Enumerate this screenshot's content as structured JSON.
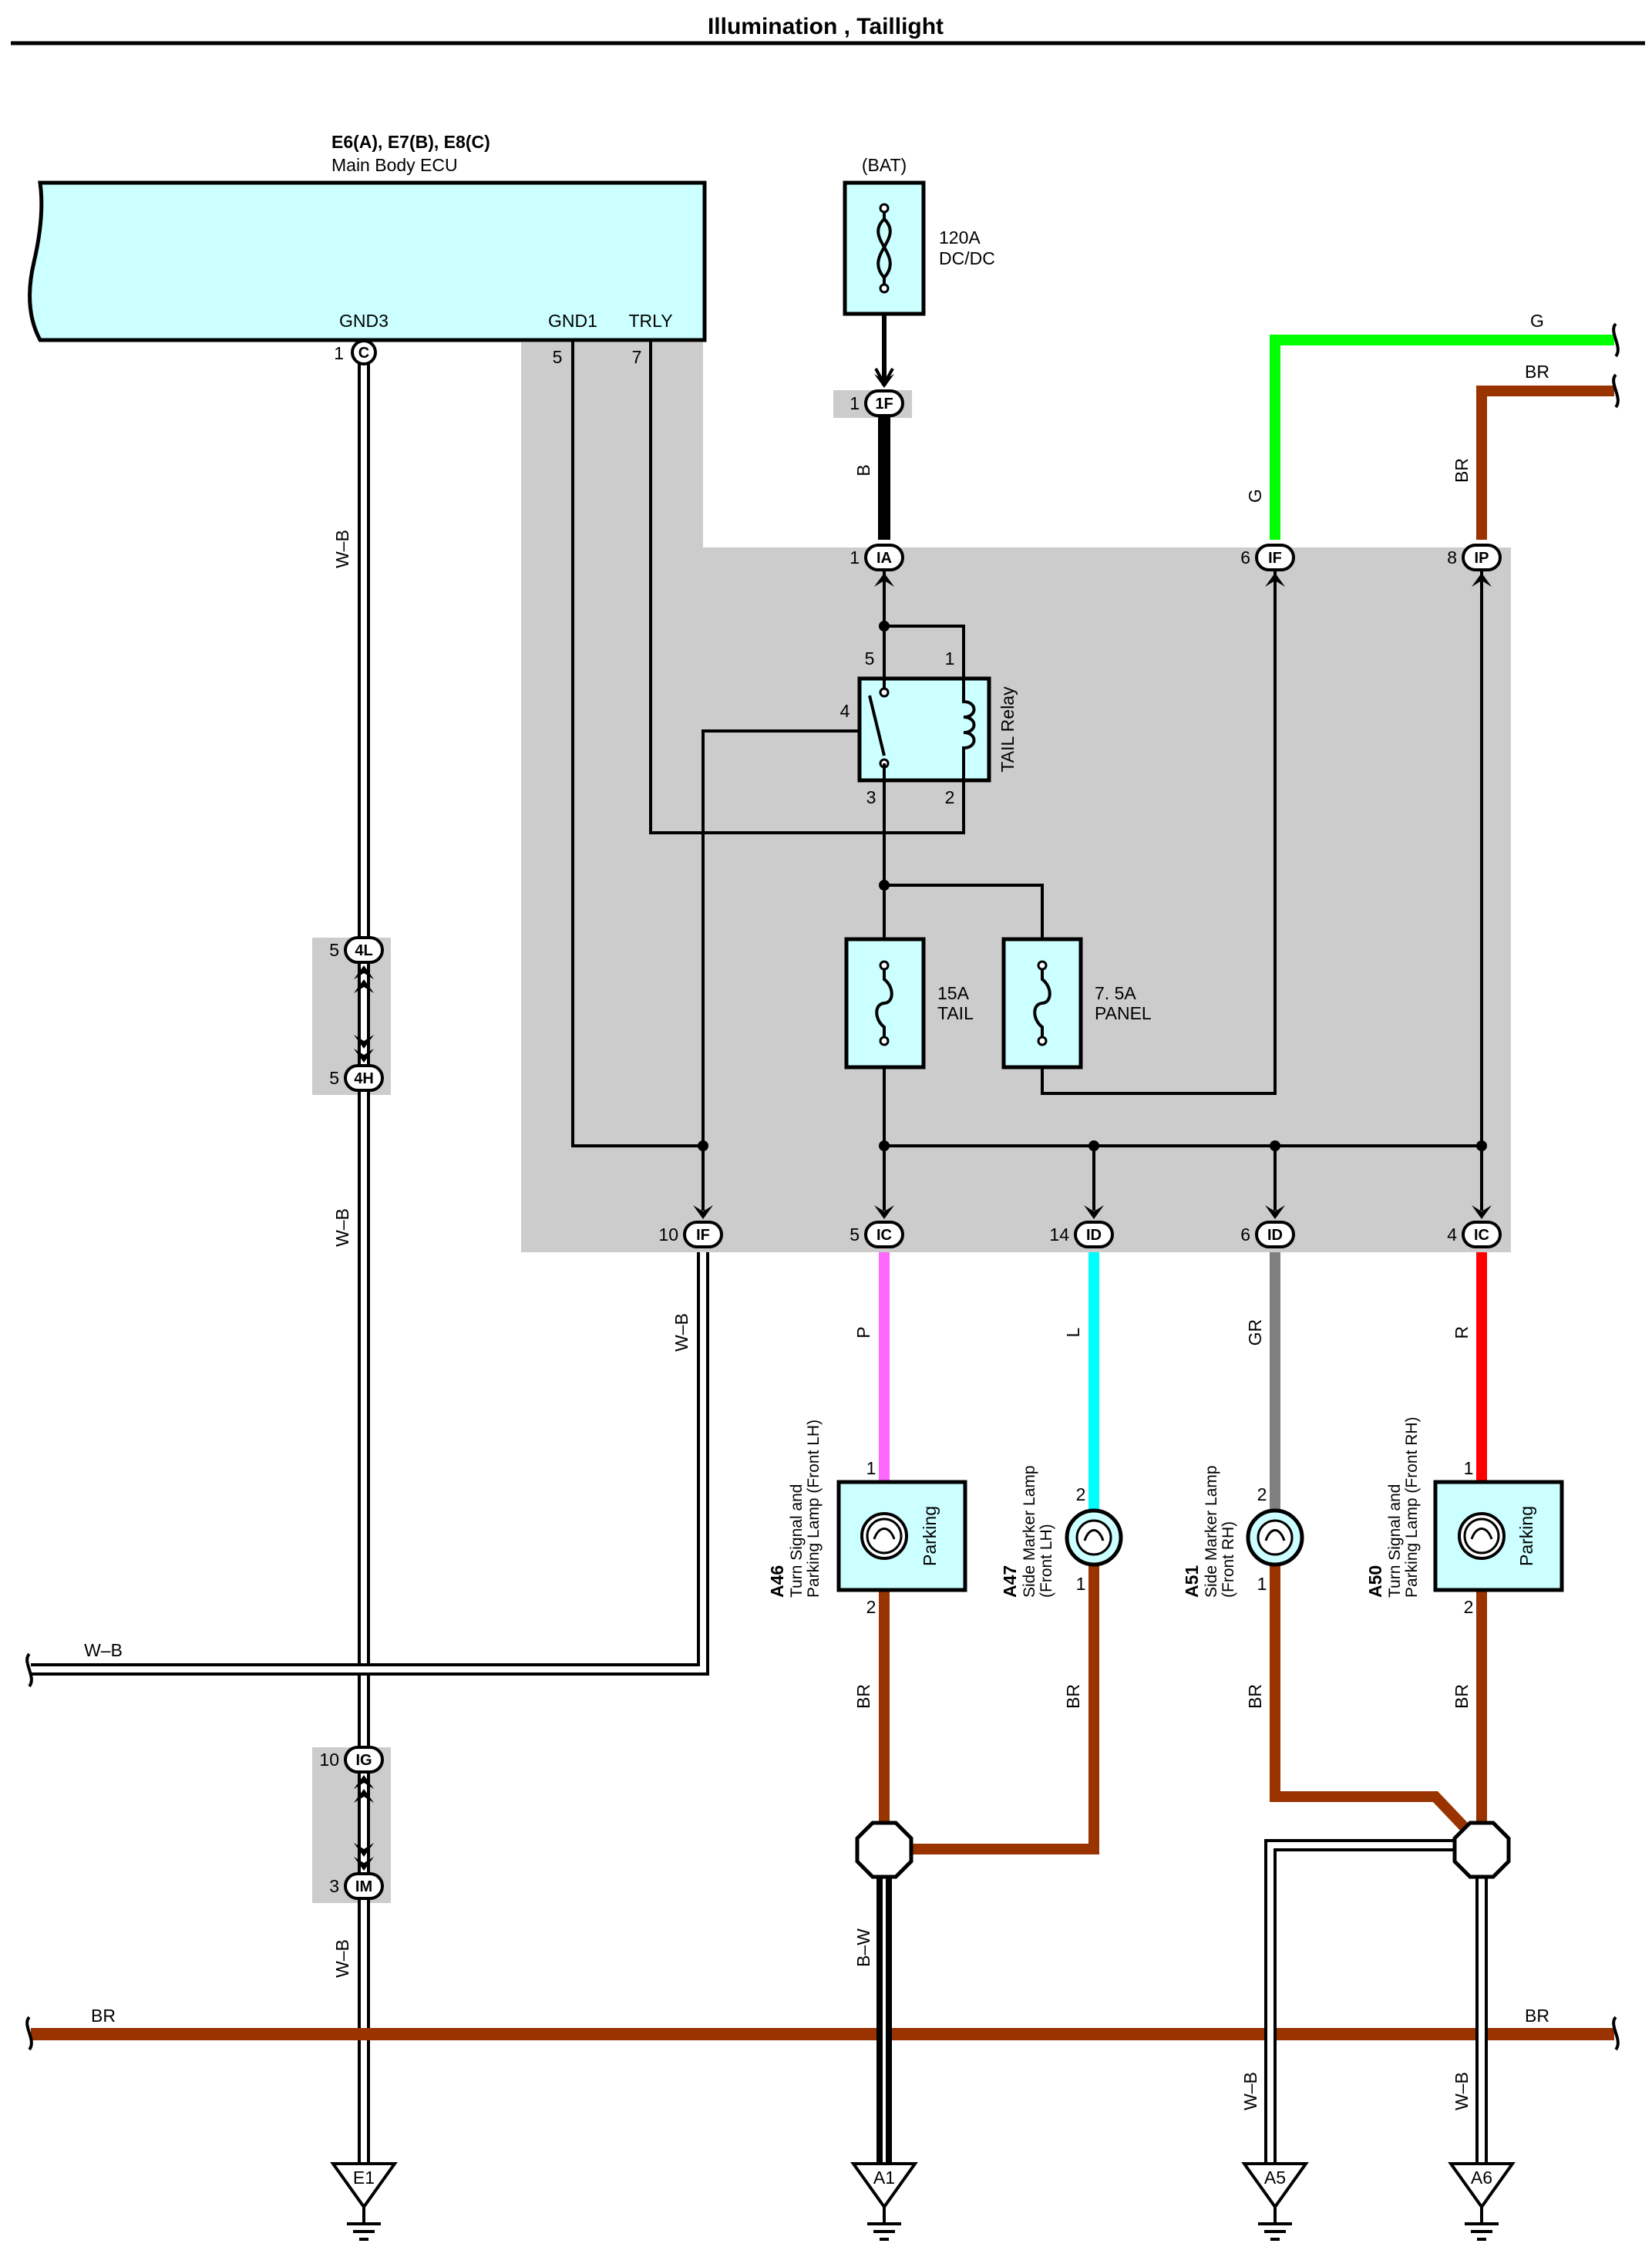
{
  "title": "Illumination , Taillight",
  "ecu": {
    "connectors": "E6(A), E7(B), E8(C)",
    "name": "Main Body ECU",
    "pins": {
      "gnd3": {
        "label": "GND3",
        "num": "1",
        "conn": "C"
      },
      "gnd1": {
        "label": "GND1",
        "num": "5"
      },
      "trly": {
        "label": "TRLY",
        "num": "7"
      }
    }
  },
  "bat": {
    "label": "(BAT)",
    "fuse_amp": "120A",
    "fuse_name": "DC/DC"
  },
  "relay": {
    "name": "TAIL Relay",
    "pins": [
      "5",
      "1",
      "4",
      "3",
      "2"
    ]
  },
  "fuses": {
    "tail": {
      "amp": "15A",
      "name": "TAIL"
    },
    "panel": {
      "amp": "7. 5A",
      "name": "PANEL"
    }
  },
  "connectors": {
    "c_1f": {
      "num": "1",
      "code": "1F"
    },
    "c_ia": {
      "num": "1",
      "code": "IA"
    },
    "c_if_top": {
      "num": "6",
      "code": "IF"
    },
    "c_ip": {
      "num": "8",
      "code": "IP"
    },
    "c_4l": {
      "num": "5",
      "code": "4L"
    },
    "c_4h": {
      "num": "5",
      "code": "4H"
    },
    "c_if_bot": {
      "num": "10",
      "code": "IF"
    },
    "c_ic5": {
      "num": "5",
      "code": "IC"
    },
    "c_id14": {
      "num": "14",
      "code": "ID"
    },
    "c_id6": {
      "num": "6",
      "code": "ID"
    },
    "c_ic4": {
      "num": "4",
      "code": "IC"
    },
    "c_ig": {
      "num": "10",
      "code": "IG"
    },
    "c_im": {
      "num": "3",
      "code": "IM"
    }
  },
  "wires": {
    "b": "B",
    "g": "G",
    "br": "BR",
    "wb": "W–B",
    "p": "P",
    "l": "L",
    "gr": "GR",
    "r": "R",
    "bw": "B–W"
  },
  "lamps": {
    "a46": {
      "code": "A46",
      "line1": "Turn Signal and",
      "line2": "Parking Lamp (Front LH)",
      "inner": "Parking",
      "pin_top": "1",
      "pin_bot": "2"
    },
    "a47": {
      "code": "A47",
      "line1": "Side Marker Lamp",
      "line2": "(Front LH)",
      "pin_top": "2",
      "pin_bot": "1"
    },
    "a51": {
      "code": "A51",
      "line1": "Side Marker Lamp",
      "line2": "(Front RH)",
      "pin_top": "2",
      "pin_bot": "1"
    },
    "a50": {
      "code": "A50",
      "line1": "Turn Signal and",
      "line2": "Parking Lamp (Front RH)",
      "inner": "Parking",
      "pin_top": "1",
      "pin_bot": "2"
    }
  },
  "grounds": [
    "E1",
    "A1",
    "A5",
    "A6"
  ],
  "colors": {
    "ecu_fill": "#ccffff",
    "junction_block": "#cccccc",
    "wire_green": "#00ff00",
    "wire_brown": "#993300",
    "wire_pink": "#ff66ff",
    "wire_cyan": "#00ffff",
    "wire_gray": "#808080",
    "wire_red": "#ff0000",
    "wire_black": "#000000"
  }
}
